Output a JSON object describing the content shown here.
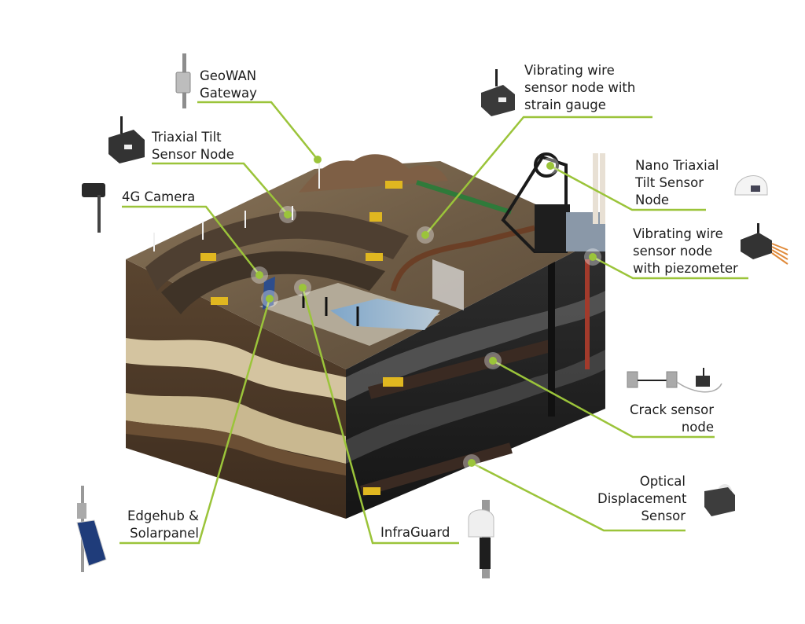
{
  "diagram": {
    "title": "",
    "accent_color": "#9bc43a",
    "labels": {
      "geowan_gateway": "GeoWAN\nGateway",
      "triaxial_tilt": "Triaxial Tilt\nSensor Node",
      "camera_4g": "4G Camera",
      "vw_strain": "Vibrating wire\nsensor node with\nstrain gauge",
      "nano_tilt": "Nano Triaxial\nTilt Sensor\nNode",
      "vw_piezo": "Vibrating wire\nsensor node\nwith piezometer",
      "crack_sensor": "Crack sensor\nnode",
      "optical_displacement": "Optical\nDisplacement\nSensor",
      "edgehub_solar": "Edgehub &\nSolarpanel",
      "infraguard": "InfraGuard"
    },
    "devices": [
      {
        "id": "geowan_gateway",
        "icon": "gateway-antenna-icon"
      },
      {
        "id": "triaxial_tilt",
        "icon": "sensor-box-icon"
      },
      {
        "id": "camera_4g",
        "icon": "camera-icon"
      },
      {
        "id": "vw_strain",
        "icon": "sensor-box-icon"
      },
      {
        "id": "nano_tilt",
        "icon": "dome-sensor-icon"
      },
      {
        "id": "vw_piezo",
        "icon": "sensor-box-cables-icon"
      },
      {
        "id": "crack_sensor",
        "icon": "crack-sensor-icon"
      },
      {
        "id": "optical_displacement",
        "icon": "optical-sensor-icon"
      },
      {
        "id": "edgehub_solar",
        "icon": "solar-panel-icon"
      },
      {
        "id": "infraguard",
        "icon": "infraguard-icon"
      }
    ],
    "scene": "Cross-section of an open-pit and underground mine with surface equipment, headframe, ponds, and sensor placement points"
  }
}
